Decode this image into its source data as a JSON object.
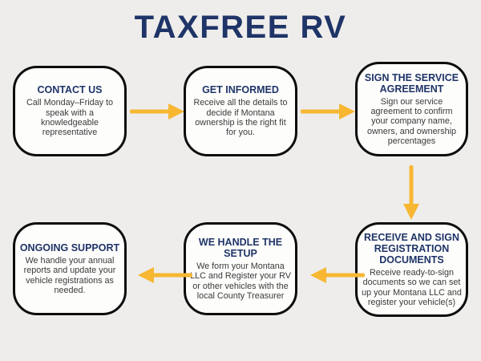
{
  "title": "TAXFREE RV",
  "colors": {
    "background": "#eeedeb",
    "box_fill": "#fdfdfc",
    "box_border": "#0d0d0d",
    "heading": "#1f3467",
    "body_text": "#3a3a3a",
    "arrow": "#f7b733"
  },
  "steps": [
    {
      "title": "CONTACT US",
      "description": "Call Monday–Friday to speak with a knowledgeable representative"
    },
    {
      "title": "GET INFORMED",
      "description": "Receive all the details to decide if Montana ownership is the right fit for you."
    },
    {
      "title": "SIGN THE SERVICE AGREEMENT",
      "description": "Sign our service agreement to confirm your company name, owners, and ownership percentages"
    },
    {
      "title": "RECEIVE AND SIGN REGISTRATION DOCUMENTS",
      "description": "Receive ready-to-sign documents so we can set up your Montana LLC and register your vehicle(s)"
    },
    {
      "title": "WE HANDLE THE SETUP",
      "description": "We form your Montana LLC and Register your RV or other vehicles with the local County Treasurer"
    },
    {
      "title": "ONGOING SUPPORT",
      "description": "We handle your annual reports and update your vehicle registrations as needed."
    }
  ],
  "connections": [
    {
      "from": "CONTACT US",
      "to": "GET INFORMED",
      "direction": "right"
    },
    {
      "from": "GET INFORMED",
      "to": "SIGN THE SERVICE AGREEMENT",
      "direction": "right"
    },
    {
      "from": "SIGN THE SERVICE AGREEMENT",
      "to": "RECEIVE AND SIGN REGISTRATION DOCUMENTS",
      "direction": "down"
    },
    {
      "from": "RECEIVE AND SIGN REGISTRATION DOCUMENTS",
      "to": "WE HANDLE THE SETUP",
      "direction": "left"
    },
    {
      "from": "WE HANDLE THE SETUP",
      "to": "ONGOING SUPPORT",
      "direction": "left"
    }
  ]
}
